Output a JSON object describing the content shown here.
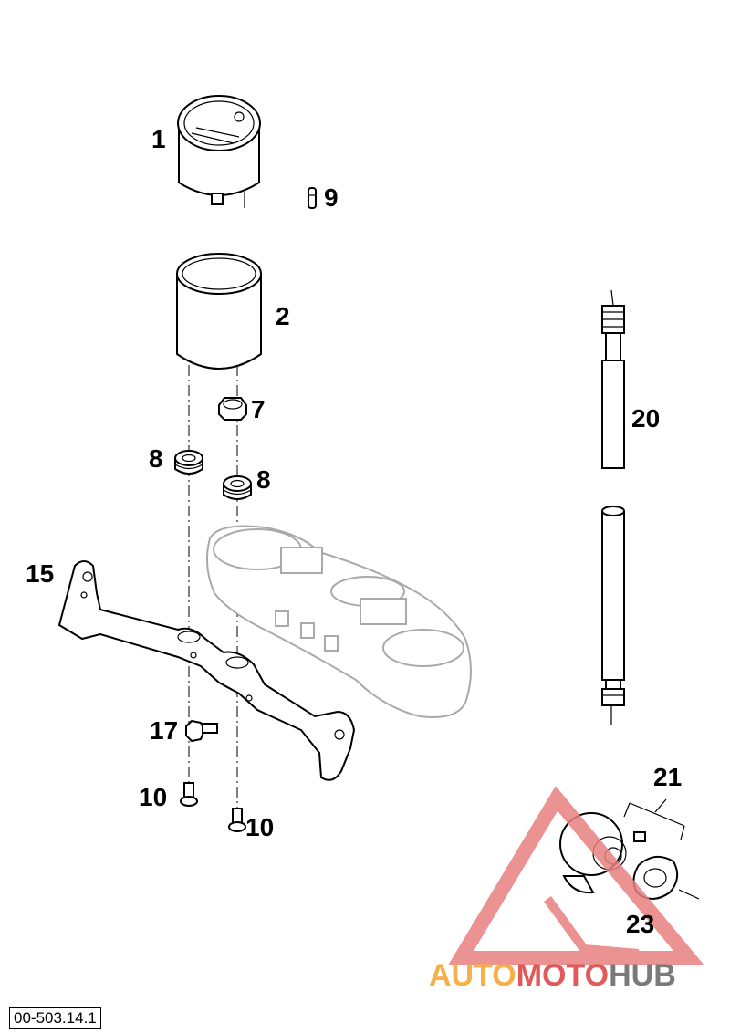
{
  "callouts": {
    "c1": "1",
    "c2": "2",
    "c7": "7",
    "c8a": "8",
    "c8b": "8",
    "c9": "9",
    "c10a": "10",
    "c10b": "10",
    "c15": "15",
    "c17": "17",
    "c20": "20",
    "c21": "21",
    "c23": "23"
  },
  "reference_code": "00-503.14.1",
  "watermark": {
    "part1": "AUTO",
    "part2": "MOTO",
    "part3": "HUB",
    "color_orange": "#f6b04a",
    "color_red": "#e05a5a",
    "color_gray": "#7a7a7a"
  }
}
